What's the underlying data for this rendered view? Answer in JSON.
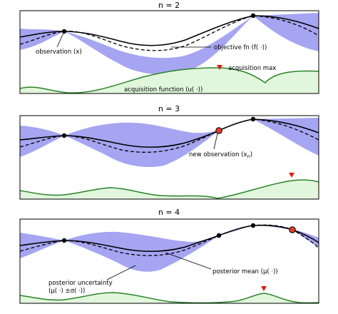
{
  "colors": {
    "uncertainty_fill": "#a5a5f2",
    "acquisition_fill": "#e1f6dc",
    "acquisition_line": "#2a842a",
    "new_observation": "#e8392e",
    "acquisition_marker": "#d81e10",
    "line": "#000000"
  },
  "panels": [
    {
      "title": "n = 2",
      "annotations": {
        "observation": "observation (x)",
        "objective": "objective fn (f( ·))",
        "acq_max": "acquisition max",
        "acq_function": "acquisition function (u( ·))"
      }
    },
    {
      "title": "n = 3",
      "annotations": {
        "new_observation": "new observation (x",
        "new_observation_sub": "n",
        "new_observation_close": ")"
      }
    },
    {
      "title": "n = 4",
      "annotations": {
        "posterior_uncertainty_line1": "posterior uncertainty",
        "posterior_uncertainty_line2": "(μ( ·) ±σ( ·))",
        "posterior_mean": "posterior mean (μ( ·))"
      }
    }
  ],
  "icons": {
    "observation_marker": "black-dot",
    "new_observation_marker": "red-dot",
    "acquisition_max_marker": "red-down-triangle"
  }
}
